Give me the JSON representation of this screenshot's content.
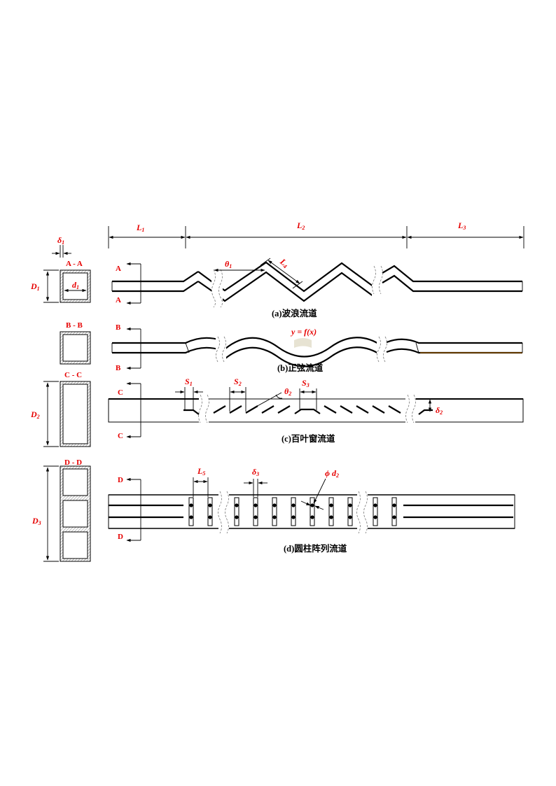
{
  "colors": {
    "label": "#e60000",
    "line": "#000000",
    "hatch": "#888888"
  },
  "dimensions": {
    "L1": "L",
    "L1_sub": "1",
    "L2": "L",
    "L2_sub": "2",
    "L3": "L",
    "L3_sub": "3",
    "L4": "L",
    "L4_sub": "4",
    "L5": "L",
    "L5_sub": "5",
    "theta1": "θ",
    "theta1_sub": "1",
    "theta2": "θ",
    "theta2_sub": "2",
    "delta1": "δ",
    "delta1_sub": "1",
    "delta2": "δ",
    "delta2_sub": "2",
    "delta3": "δ",
    "delta3_sub": "3",
    "D1": "D",
    "D1_sub": "1",
    "D2": "D",
    "D2_sub": "2",
    "D3": "D",
    "D3_sub": "3",
    "d1": "d",
    "d1_sub": "1",
    "S1": "S",
    "S1_sub": "1",
    "S2": "S",
    "S2_sub": "2",
    "S3": "S",
    "S3_sub": "3",
    "phi_d2": "ϕ d",
    "phi_d2_sub": "2",
    "sine_formula": "y = f(x)"
  },
  "sections": {
    "aa": "A - A",
    "bb": "B - B",
    "cc": "C - C",
    "dd": "D - D",
    "a_letter": "A",
    "b_letter": "B",
    "c_letter": "C",
    "d_letter": "D"
  },
  "captions": {
    "a": "(a)波浪流道",
    "b": "(b)正弦流道",
    "c": "(c)百叶窗流道",
    "d": "(d)圆柱阵列流道"
  }
}
